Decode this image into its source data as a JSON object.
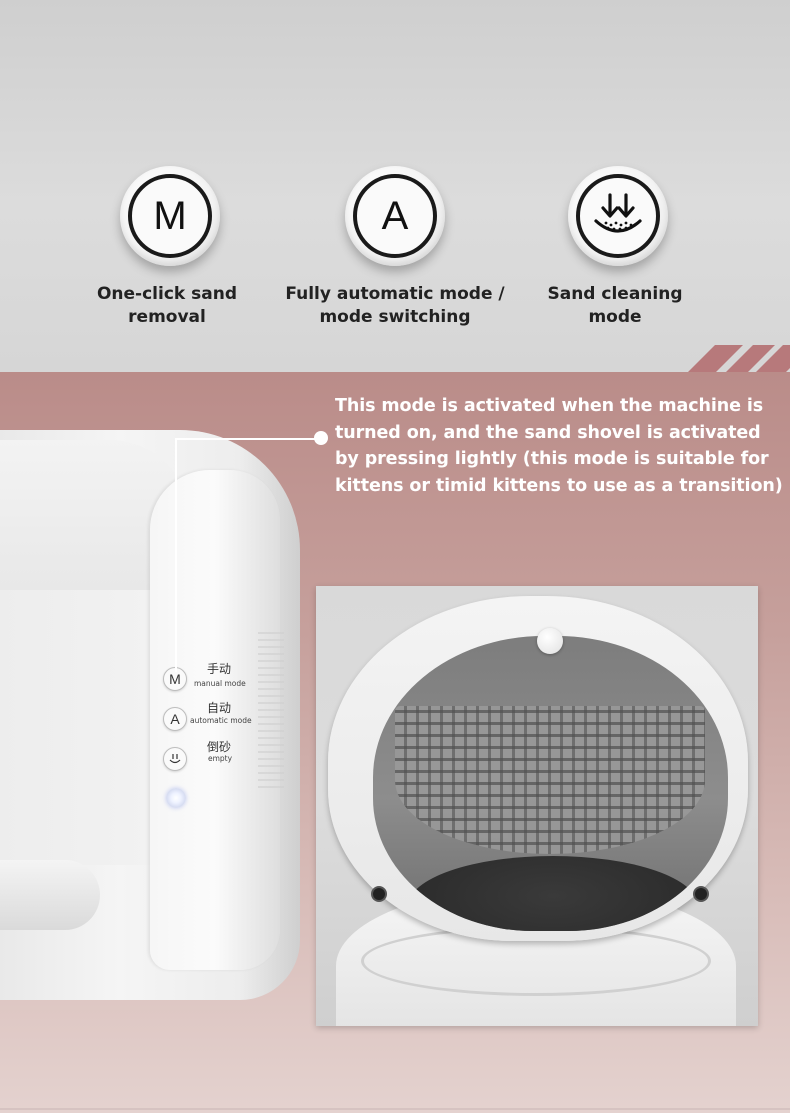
{
  "features": [
    {
      "icon_letter": "M",
      "icon": "m-letter-icon",
      "caption_lines": [
        "One-click sand",
        "removal"
      ]
    },
    {
      "icon_letter": "A",
      "icon": "a-letter-icon",
      "caption_lines": [
        "Fully automatic mode /",
        "mode switching"
      ]
    },
    {
      "icon_letter": "",
      "icon": "sand-cleaning-arrows-icon",
      "caption_lines": [
        "Sand cleaning",
        "mode"
      ]
    }
  ],
  "description_lines": [
    "This mode is activated when the machine is",
    "turned on, and the sand shovel is activated",
    "by pressing lightly   (this mode is suitable for",
    "kittens or timid kittens to use as a transition)"
  ],
  "panel_buttons": [
    {
      "symbol": "M",
      "label_cn": "手动",
      "label_en": "manual mode"
    },
    {
      "symbol": "A",
      "label_cn": "自动",
      "label_en": "automatic mode"
    },
    {
      "symbol": "",
      "icon": "empty-litter-icon",
      "label_cn": "倒砂",
      "label_en": "empty"
    }
  ],
  "colors": {
    "accent_pink": "#ba8c89",
    "stripe": "#b7797b",
    "text_dark": "#222222",
    "text_light": "#ffffff"
  }
}
